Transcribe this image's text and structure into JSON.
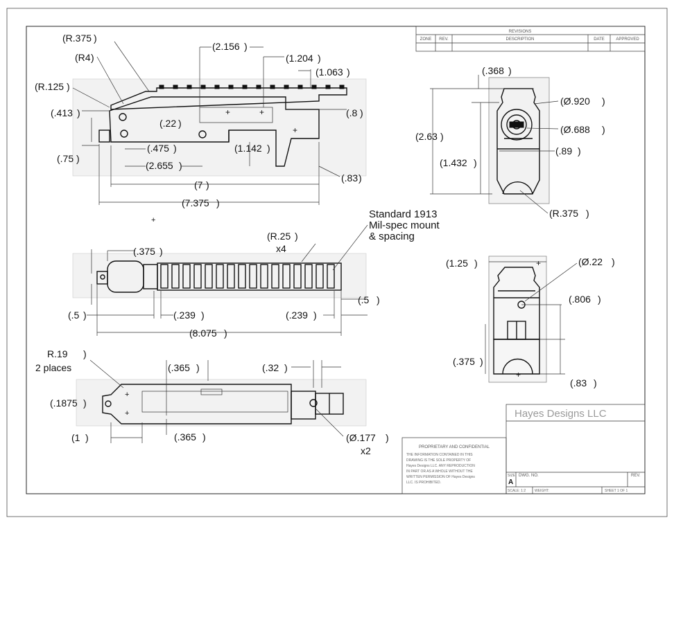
{
  "revisions": {
    "heading": "REVISIONS",
    "zone": "ZONE",
    "rev": "REV.",
    "description": "DESCRIPTION",
    "date": "DATE",
    "approved": "APPROVED"
  },
  "side_view": {
    "radius_375": "(R.375",
    "r4": "(R4",
    "radius_125": "(R.125",
    "d_413": "(.413",
    "d_75": "(.75",
    "d_22": "(.22",
    "d_475": "(.475",
    "d_2655": "(2.655",
    "d_2156": "(2.156",
    "d_1204": "(1.204",
    "d_1063": "(1.063",
    "d_8": "(.8",
    "d_1142": "(1.142",
    "d_83": "(.83",
    "d_7": "(7",
    "d_7375": "(7.375"
  },
  "end_view": {
    "d_368": "(.368",
    "d_263": "(2.63",
    "d_1432": "(1.432",
    "dia_920": "(Ø.920",
    "dia_688": "(Ø.688",
    "d_89": "(.89",
    "radius_375": "(R.375"
  },
  "top_view": {
    "note_line1": "Standard 1913",
    "note_line2": "Mil-spec mount",
    "note_line3": "& spacing",
    "radius_25": "(R.25",
    "x4": "x4",
    "d_375": "(.375",
    "d_5_left": "(.5",
    "d_239_left": "(.239",
    "d_239_right": "(.239",
    "d_5_right": "(.5",
    "d_8075": "(8.075"
  },
  "rear_view": {
    "d_125": "(1.25",
    "dia_22": "(Ø.22",
    "d_806": "(.806",
    "d_375": "(.375",
    "d_83": "(.83"
  },
  "bottom_view": {
    "radius_19": "R.19",
    "two_places": "2 places",
    "d_365_top": "(.365",
    "d_32": "(.32",
    "d_1875": "(.1875",
    "d_1": "(1",
    "d_365_bottom": "(.365",
    "dia_177": "(Ø.177",
    "x2": "x2"
  },
  "title_block": {
    "company": "Hayes Designs LLC",
    "proprietary_heading": "PROPRIETARY AND CONFIDENTIAL",
    "proprietary_lines": [
      "THE INFORMATION CONTAINED IN THIS",
      "DRAWING IS THE SOLE PROPERTY OF",
      "Hayes Designs LLC. ANY REPRODUCTION",
      "IN PART OR AS A WHOLE WITHOUT THE",
      "WRITTEN PERMISSION OF Hayes Designs",
      "LLC. IS PROHIBITED."
    ],
    "size_label": "SIZE",
    "size_value": "A",
    "dwg_no_label": "DWG. NO.",
    "rev_label": "REV.",
    "scale_label": "SCALE: 1:2",
    "weight_label": "WEIGHT:",
    "sheet_label": "SHEET 1 OF 1"
  }
}
